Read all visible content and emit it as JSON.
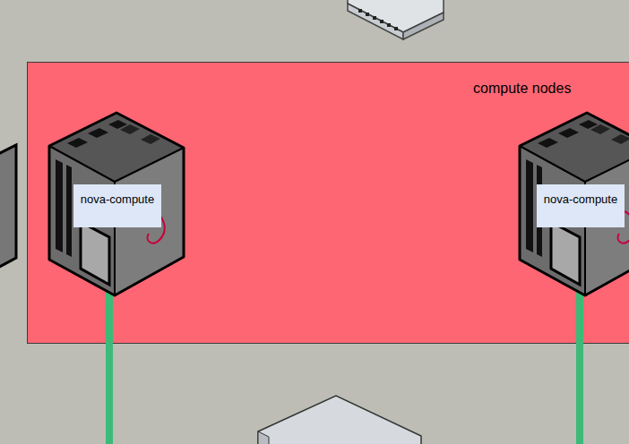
{
  "diagram": {
    "nodes": [
      {
        "text": [
          "compute nodes"
        ]
      },
      {
        "text": [
          "nova-compute"
        ],
        "in": 0
      },
      {
        "text": [
          "nova-compute"
        ],
        "in": 0
      }
    ]
  }
}
